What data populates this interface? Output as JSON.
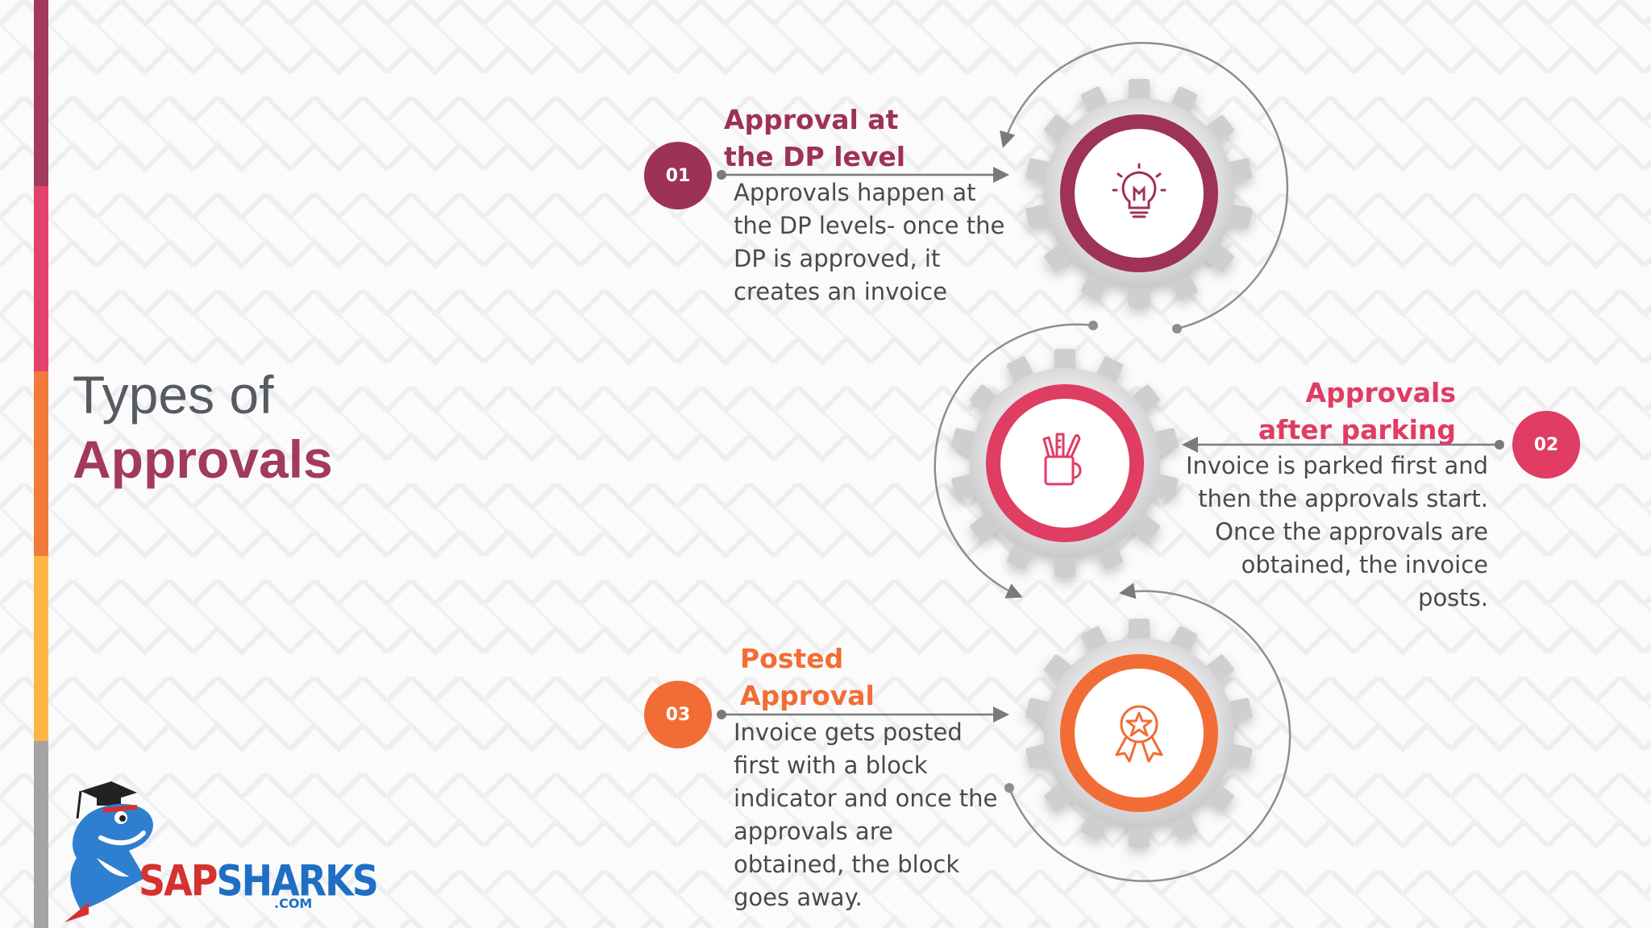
{
  "title": {
    "line1": "Types of",
    "line2": "Approvals"
  },
  "colors": {
    "step1": "#9e3158",
    "step2": "#e03c64",
    "step3": "#f26d35",
    "accent_bar": [
      "#a23a5e",
      "#e3436a",
      "#f27a3a",
      "#fbb743",
      "#a3a3a3"
    ]
  },
  "steps": [
    {
      "number": "01",
      "heading_line1": "Approval at",
      "heading_line2": "the DP level",
      "body": [
        "Approvals happen at",
        "the DP levels- once the",
        "DP is approved, it",
        "creates an invoice"
      ],
      "icon": "lightbulb-icon"
    },
    {
      "number": "02",
      "heading_line1": "Approvals",
      "heading_line2": "after parking",
      "body": [
        "Invoice is parked first and",
        "then the approvals start.",
        "Once the approvals are",
        "obtained, the invoice",
        "posts."
      ],
      "icon": "pencil-cup-icon"
    },
    {
      "number": "03",
      "heading_line1": "Posted",
      "heading_line2": "Approval",
      "body": [
        "Invoice gets posted",
        "first with a block",
        "indicator and once the",
        "approvals are",
        "obtained, the block",
        "goes away."
      ],
      "icon": "award-ribbon-icon"
    }
  ],
  "logo": {
    "brand_sap": "SAP",
    "brand_sharks": "SHARKS",
    "domain": ".COM"
  }
}
